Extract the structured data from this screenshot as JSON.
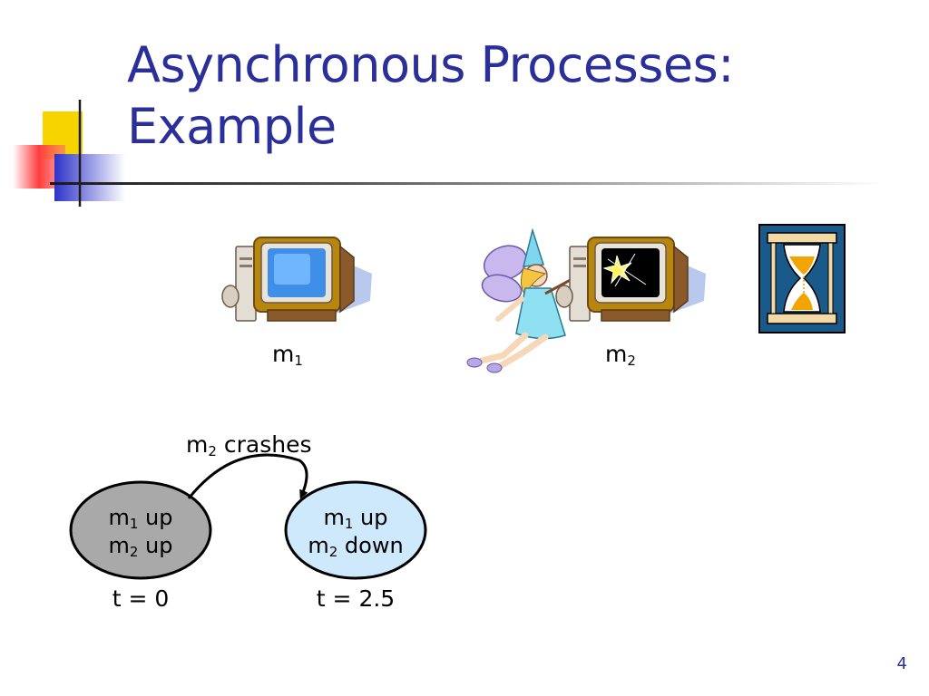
{
  "slide": {
    "title_line1": "Asynchronous Processes:",
    "title_line2": "Example",
    "page_number": "4"
  },
  "machines": [
    {
      "name": "m",
      "sub": "1"
    },
    {
      "name": "m",
      "sub": "2"
    }
  ],
  "transition": {
    "name": "m",
    "sub": "2",
    "rest": " crashes"
  },
  "states": [
    {
      "line1": {
        "name": "m",
        "sub": "1",
        "rest": " up"
      },
      "line2": {
        "name": "m",
        "sub": "2",
        "rest": " up"
      },
      "time": "t = 0",
      "fill": "#a9a9a9"
    },
    {
      "line1": {
        "name": "m",
        "sub": "1",
        "rest": " up"
      },
      "line2": {
        "name": "m",
        "sub": "2",
        "rest": " down"
      },
      "time": "t = 2.5",
      "fill": "#cde9fb"
    }
  ],
  "colors": {
    "title": "#2b2f9a",
    "deco_yellow": "#f7d400",
    "deco_red": "#f03030",
    "deco_blue": "#2d33c8"
  },
  "icons": [
    "computer-icon",
    "crashed-computer-icon",
    "fairy-icon",
    "hourglass-icon"
  ]
}
